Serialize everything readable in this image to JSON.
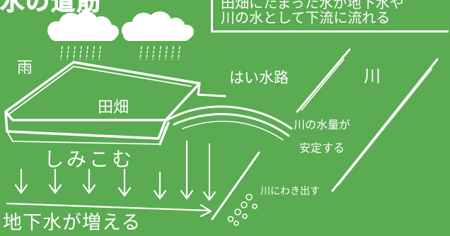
{
  "title": "水の道筋",
  "box_lines": [
    "田畑にたまった水が地下水や",
    "川の水として下流に流れる"
  ],
  "labels": {
    "rain": "雨",
    "field": "田畑",
    "ditch": "はい水路",
    "river": "川",
    "river_stable_1": "川の水量が",
    "river_stable_2": "安定する",
    "soak": "しみこむ",
    "spring": "川にわき出す",
    "groundwater": "地下水が増える"
  },
  "colors": {
    "background": "#5aab52",
    "chalk": "#ffffff"
  }
}
